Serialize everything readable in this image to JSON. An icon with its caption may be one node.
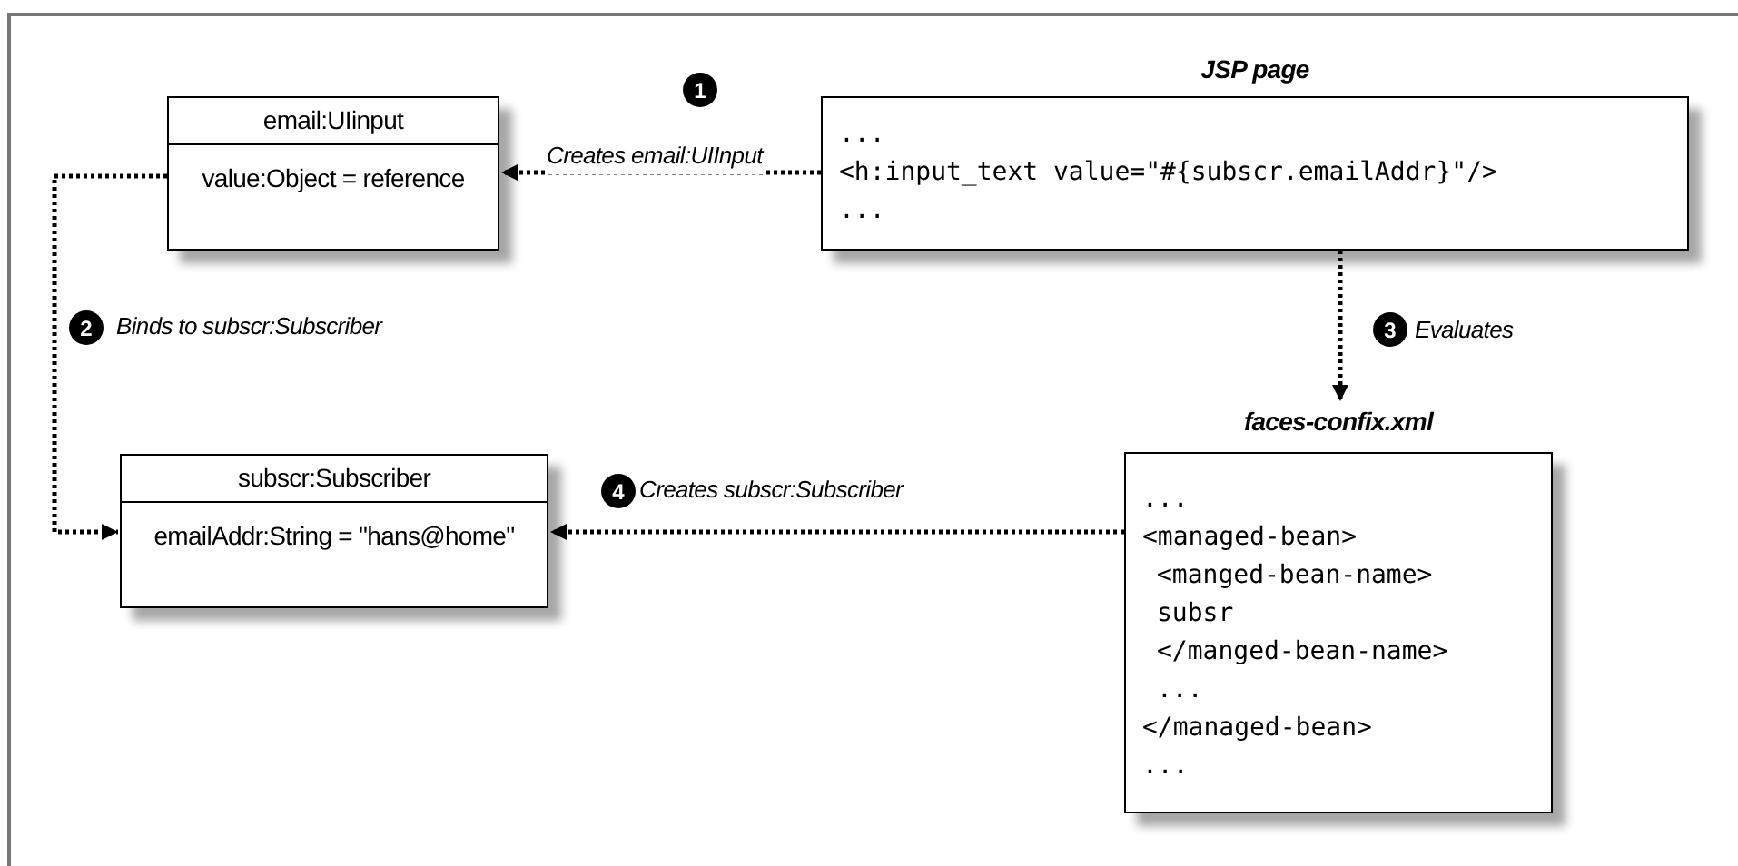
{
  "diagram": {
    "nodes": [
      {
        "text": [
          "email:UIinput",
          "value:Object = reference"
        ]
      },
      {
        "text": [
          "JSP page",
          "...",
          "<h:input_text value=\"#{subscr.emailAddr}\"/>",
          "..."
        ]
      },
      {
        "text": [
          "subscr:Subscriber",
          "emailAddr:String = \"hans@home\""
        ]
      },
      {
        "text": [
          "faces-confix.xml",
          "...",
          "<managed-bean>",
          "<manged-bean-name>",
          "subsr",
          "</manged-bean-name>",
          "...",
          "</managed-bean>",
          "..."
        ]
      }
    ],
    "edges": [
      {
        "from": 1,
        "to": 0,
        "arrow": "to",
        "label": "Creates email:UIInput"
      },
      {
        "from": 0,
        "to": 2,
        "arrow": "to",
        "label": "Binds to subscr:Subscriber"
      },
      {
        "from": 1,
        "to": 3,
        "arrow": "to",
        "label": "Evaluates"
      },
      {
        "from": 3,
        "to": 2,
        "arrow": "to",
        "label": "Creates subscr:Subscriber"
      }
    ],
    "labels": [
      "1",
      "2",
      "3",
      "4"
    ]
  }
}
